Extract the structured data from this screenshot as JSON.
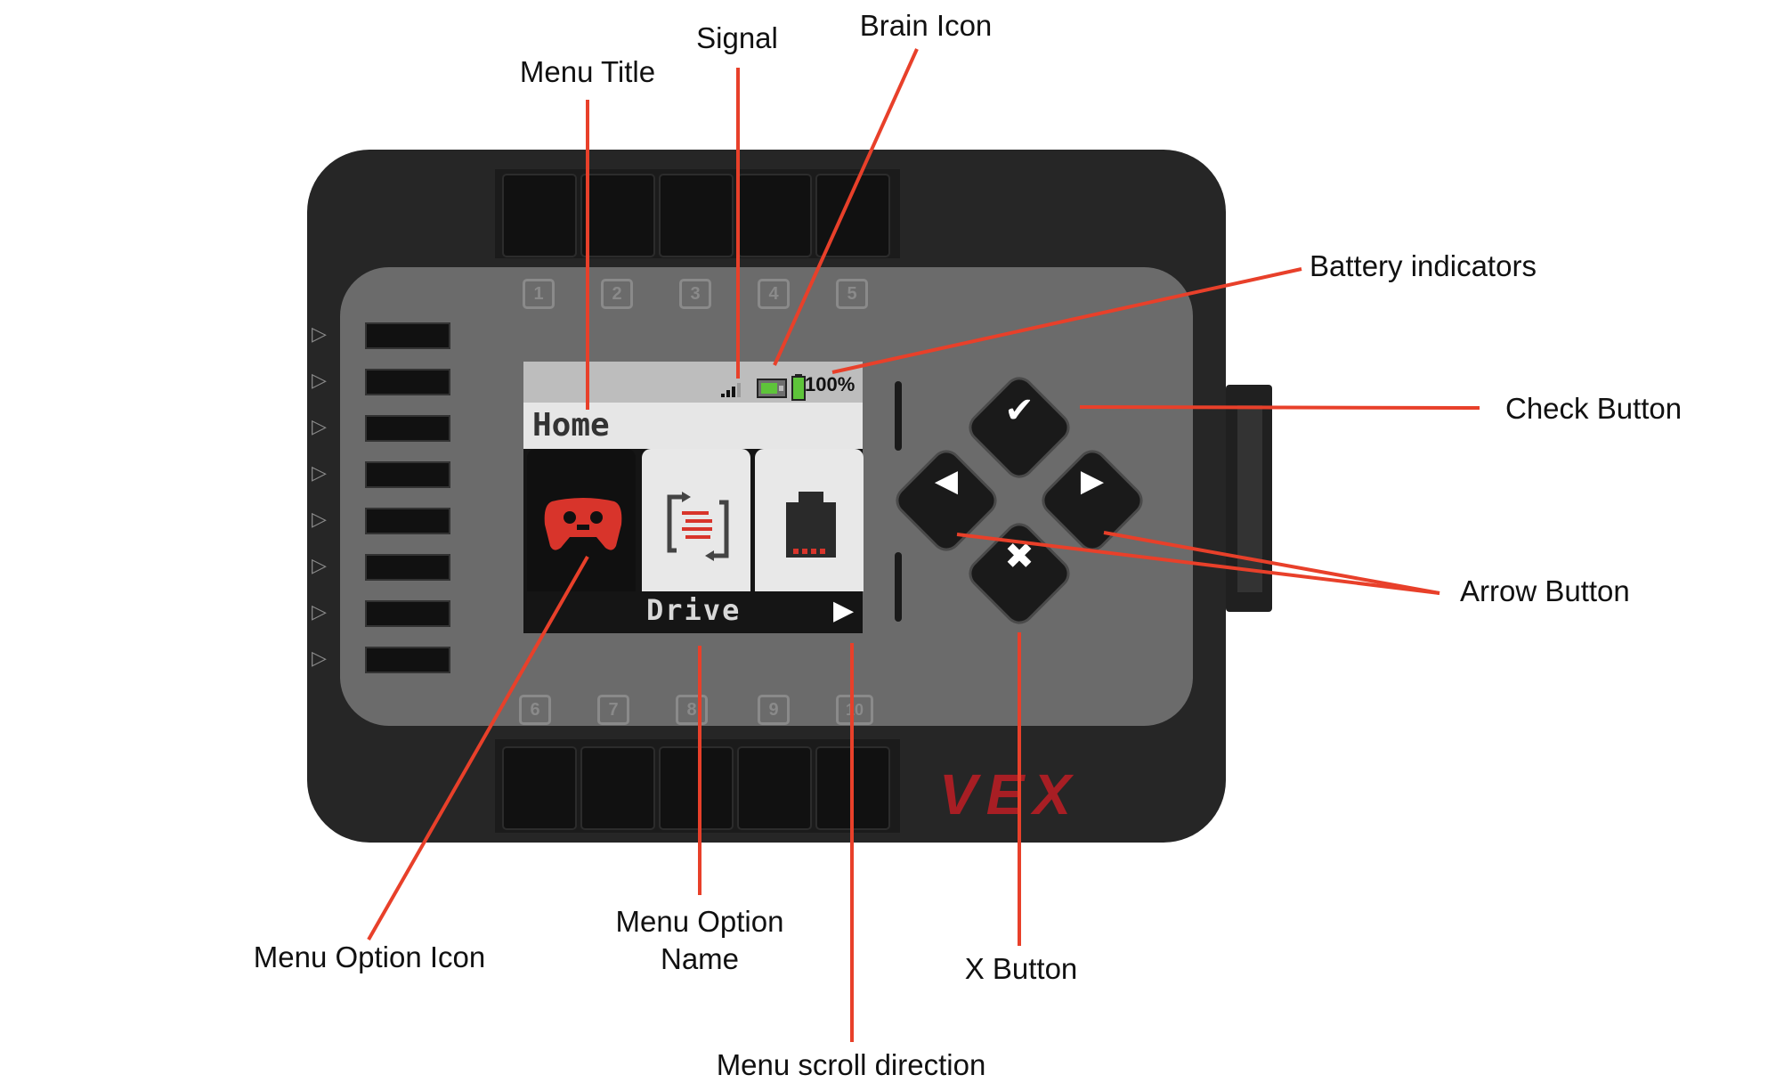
{
  "device": {
    "top_port_numbers": [
      "1",
      "2",
      "3",
      "4",
      "5"
    ],
    "bottom_port_numbers": [
      "6",
      "7",
      "8",
      "9",
      "10"
    ],
    "logo": "VEX",
    "brand_color": "#a81e24"
  },
  "screen": {
    "menu_title": "Home",
    "option_name": "Drive",
    "battery_percent": "100%",
    "options": [
      {
        "icon": "controller-icon",
        "selected": true
      },
      {
        "icon": "swap-list-icon",
        "selected": false
      },
      {
        "icon": "device-port-icon",
        "selected": false
      }
    ]
  },
  "callouts": {
    "signal": "Signal",
    "brain_icon": "Brain Icon",
    "menu_title": "Menu Title",
    "battery_indicators": "Battery indicators",
    "check_button": "Check Button",
    "arrow_button": "Arrow Button",
    "x_button": "X Button",
    "menu_option_icon": "Menu Option Icon",
    "menu_option_name_line1": "Menu Option",
    "menu_option_name_line2": "Name",
    "menu_scroll_direction": "Menu scroll direction"
  },
  "colors": {
    "leader_line": "#e8402a",
    "battery_green": "#5ec43a"
  }
}
